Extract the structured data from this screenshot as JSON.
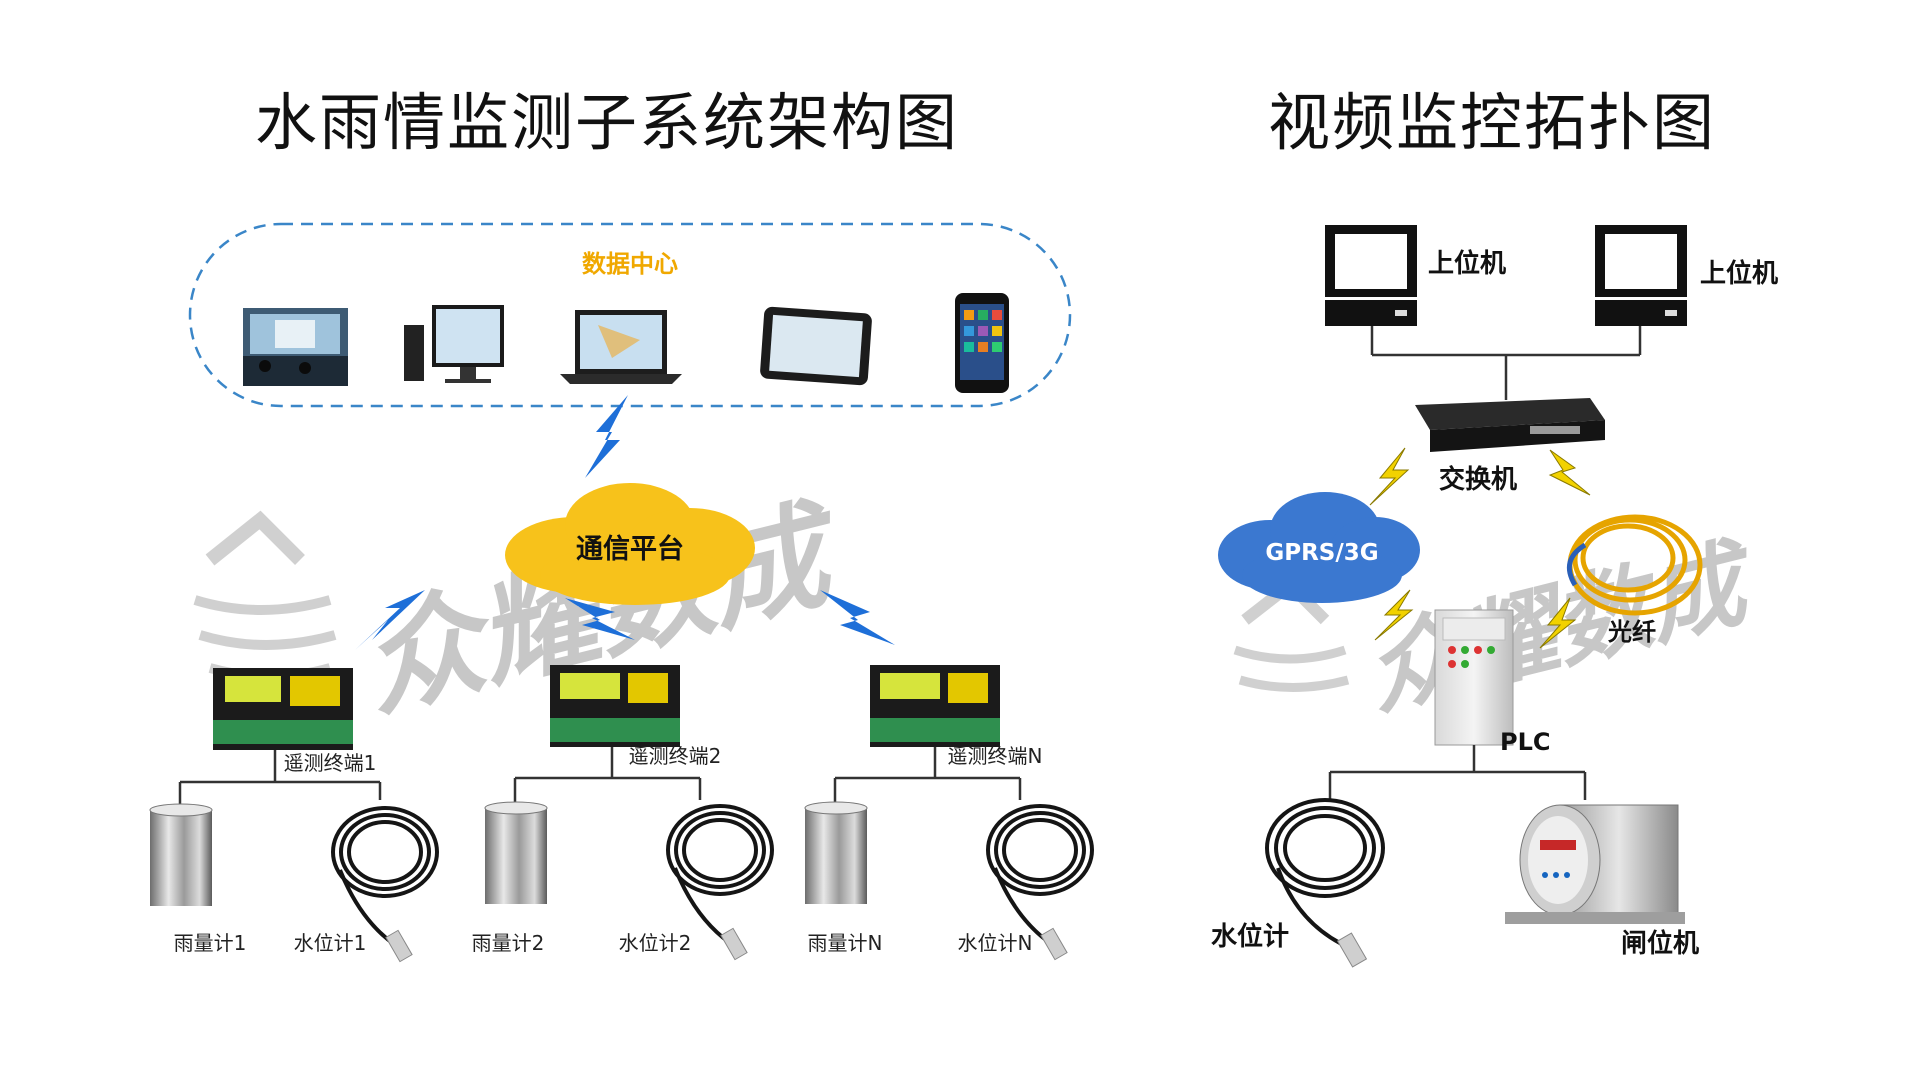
{
  "left_title": "水雨情监测子系统架构图",
  "right_title": "视频监控拓扑图",
  "left": {
    "data_center": "数据中心",
    "comm_platform": "通信平台",
    "terminals": [
      "遥测终端1",
      "遥测终端2",
      "遥测终端N"
    ],
    "rain_gauges": [
      "雨量计1",
      "雨量计2",
      "雨量计N"
    ],
    "level_gauges": [
      "水位计1",
      "水位计2",
      "水位计N"
    ]
  },
  "right": {
    "host_1": "上位机",
    "host_2": "上位机",
    "switch": "交换机",
    "gprs": "GPRS/3G",
    "fiber": "光纤",
    "plc": "PLC",
    "level_gauge": "水位计",
    "gate_meter": "闸位机"
  },
  "watermark": "众耀数成",
  "colors": {
    "dashed_border": "#3a86c8",
    "data_center_text": "#f0a800",
    "cloud_yellow": "#f7c21b",
    "cloud_blue": "#3b78d0",
    "bolt_blue": "#1e6fd8",
    "bolt_yellow": "#f2d200",
    "line": "#333333"
  }
}
